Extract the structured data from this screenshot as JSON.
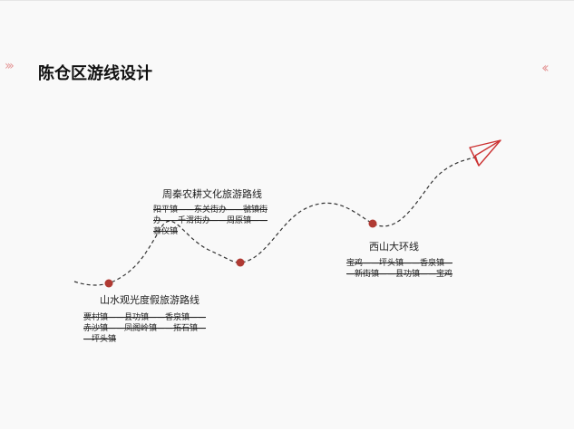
{
  "header": {
    "title": "陈仓区游线设计",
    "left_deco_icon": "chevrons-right-icon",
    "right_deco_icon": "chevrons-left-icon",
    "deco_left_glyph": "›››",
    "deco_right_glyph": "‹‹",
    "accent_color": "#e59a9a"
  },
  "path": {
    "stroke_color": "#333333",
    "node_color": "#b03a33",
    "end_icon": "paper-plane-icon",
    "end_icon_color": "#cc3333"
  },
  "routes": [
    {
      "name": "山水观光度假旅游路线",
      "lines": [
        "贾村镇——县功镇——香泉镇——",
        "赤沙镇——凤阁岭镇——拓石镇—",
        "—坪头镇"
      ]
    },
    {
      "name": "周秦农耕文化旅游路线",
      "lines": [
        "阳平镇——东关街办——虢镇街",
        "办——千渭街办——周原镇——",
        "慕仪镇"
      ]
    },
    {
      "name": "西山大环线",
      "lines": [
        "宝鸡——坪头镇——香泉镇—",
        "—新街镇——县功镇——宝鸡"
      ]
    }
  ]
}
